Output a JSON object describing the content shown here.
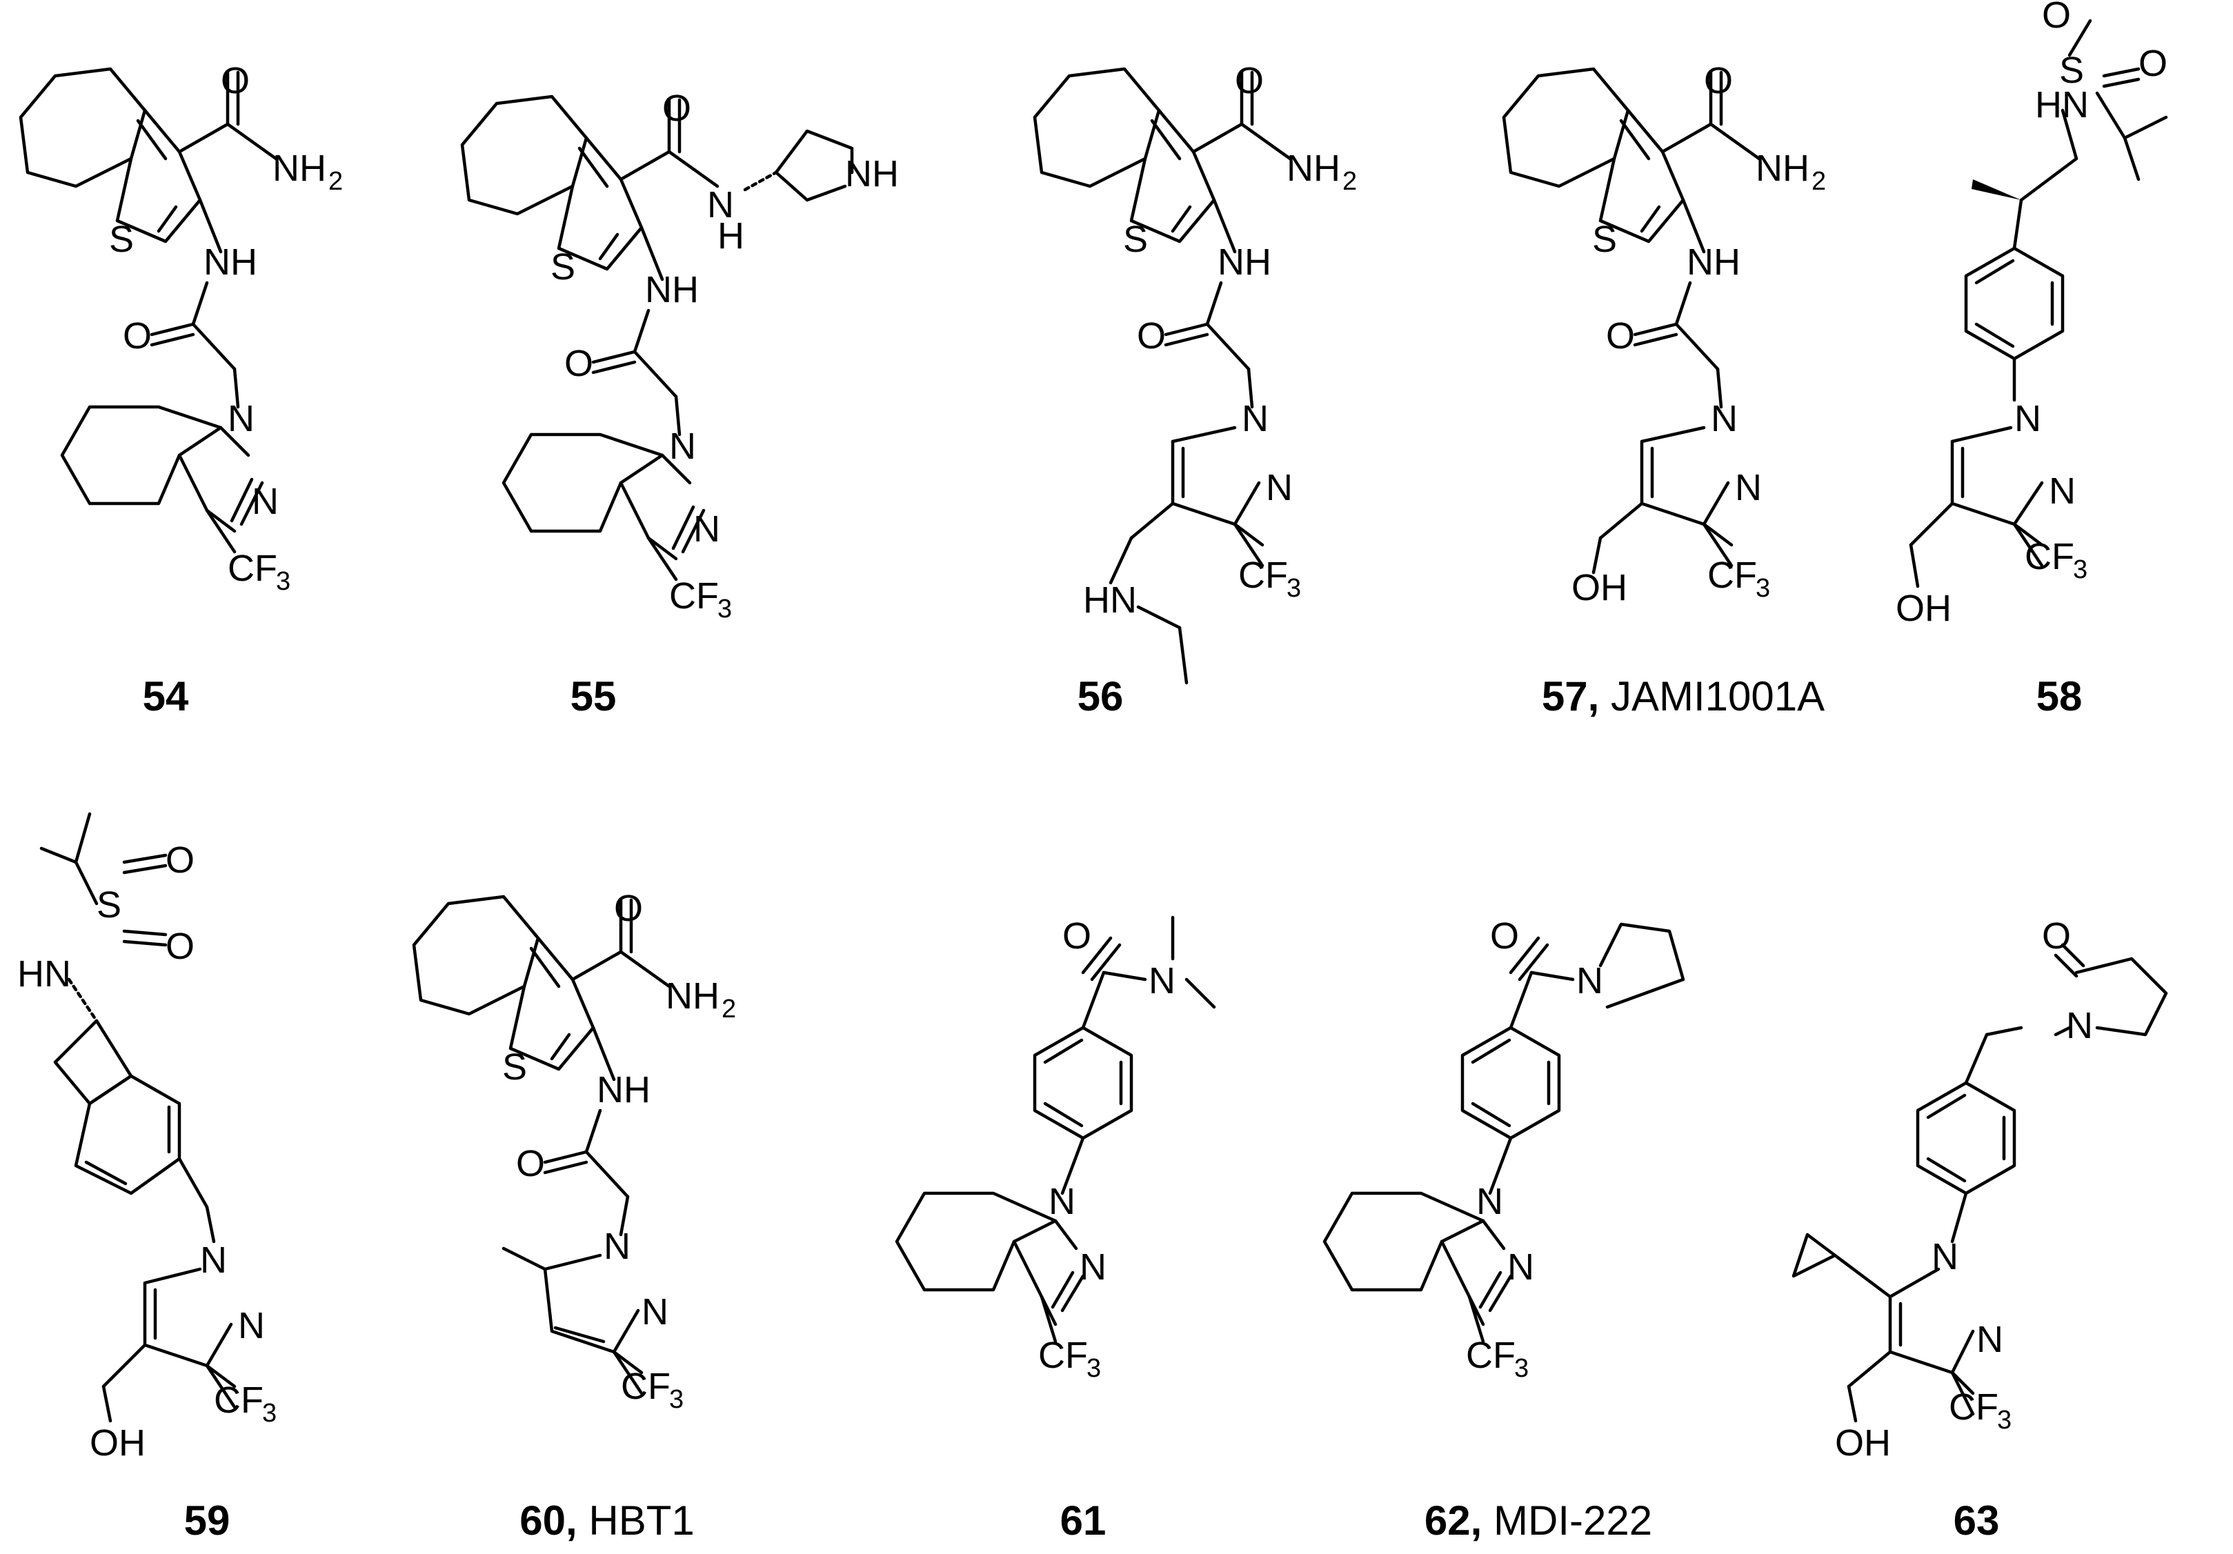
{
  "compounds": [
    {
      "number": "54",
      "name": ""
    },
    {
      "number": "55",
      "name": ""
    },
    {
      "number": "56",
      "name": ""
    },
    {
      "number": "57,",
      "name": "JAMI1001A"
    },
    {
      "number": "58",
      "name": ""
    },
    {
      "number": "59",
      "name": ""
    },
    {
      "number": "60,",
      "name": "HBT1"
    },
    {
      "number": "61",
      "name": ""
    },
    {
      "number": "62,",
      "name": "MDI-222"
    },
    {
      "number": "63",
      "name": ""
    }
  ],
  "atom_labels": {
    "O": "O",
    "NH2": "NH",
    "two": "2",
    "S": "S",
    "NH": "NH",
    "HN": "HN",
    "N": "N",
    "H": "H",
    "CF3": "CF",
    "three": "3",
    "OH": "OH"
  }
}
